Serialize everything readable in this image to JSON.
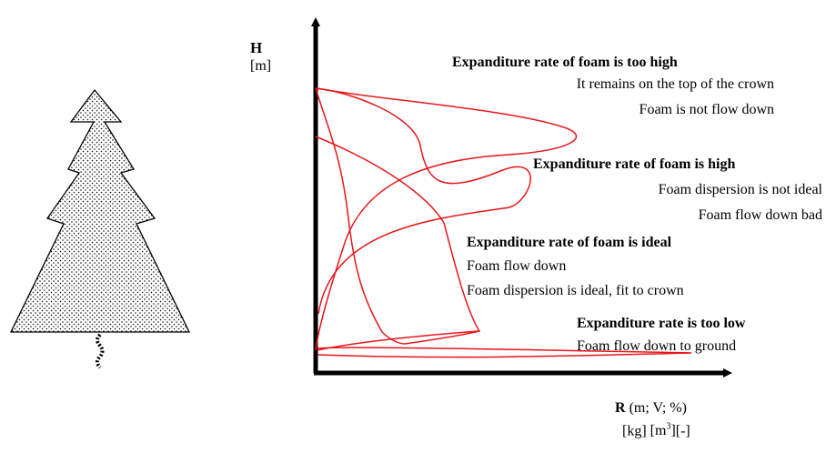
{
  "axis_y": {
    "label": "H",
    "unit": "[m]"
  },
  "axis_x": {
    "label_bold": "R",
    "label_rest": " (m; V; %)",
    "unit_a": "[kg]",
    "unit_b_base": "[m",
    "unit_b_sup": "3",
    "unit_b_end": "]",
    "unit_c": "[-]"
  },
  "annotations": [
    {
      "title": "Expanditure rate of foam is too high",
      "lines": [
        "It remains on the top of the crown",
        "Foam is not flow down"
      ]
    },
    {
      "title": "Expanditure rate of foam is high",
      "lines": [
        "Foam dispersion is not ideal",
        "Foam flow down bad"
      ]
    },
    {
      "title": "Expanditure rate of foam is ideal",
      "lines": [
        "Foam flow down",
        "Foam dispersion is ideal, fit to crown"
      ]
    },
    {
      "title": "Expanditure rate is too low",
      "lines": [
        "Foam flow down to ground"
      ]
    }
  ],
  "colors": {
    "curve": "#e8171c",
    "axis": "#000000",
    "tree_fill": "#ffffff"
  }
}
